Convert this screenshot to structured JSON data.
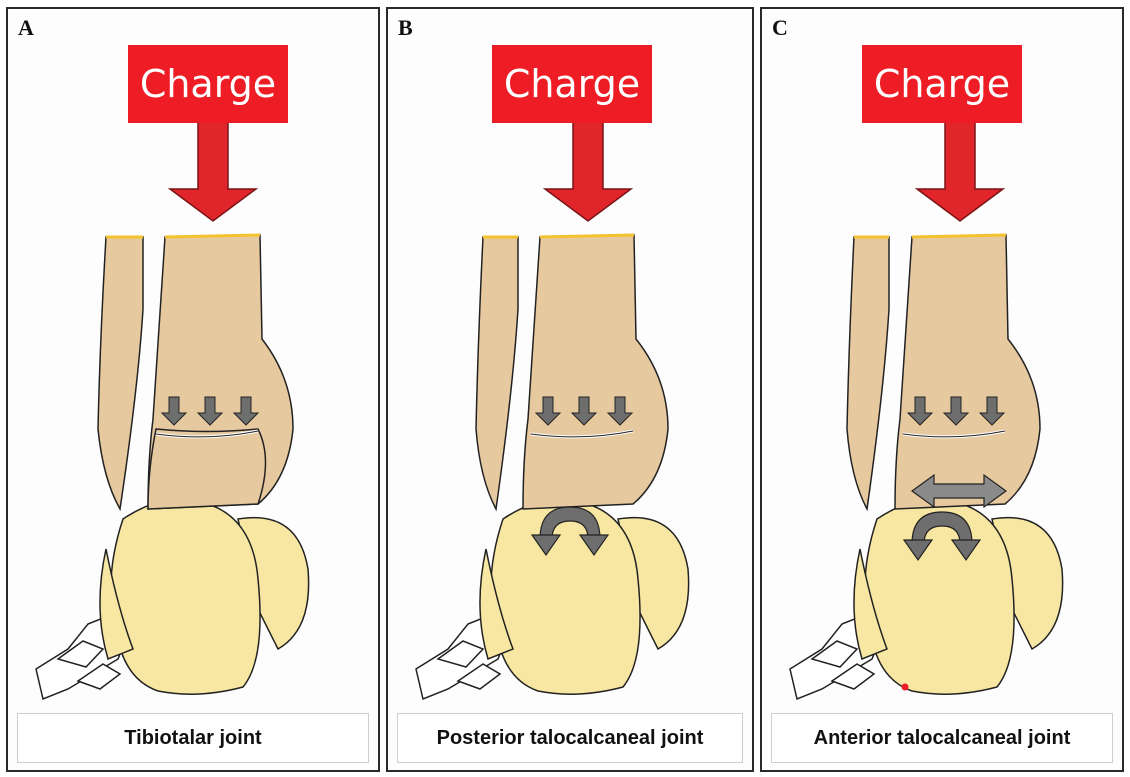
{
  "colors": {
    "charge_box": "#ee1c24",
    "load_arrow": "#e0262a",
    "tibia_fibula": "#e7c9a0",
    "talus_calcaneus": "#f8e7a2",
    "cartilage_edge": "#f3c22e",
    "force_arrow": "#6e6e6e"
  },
  "panels": [
    {
      "letter": "A",
      "charge_label": "Charge",
      "caption": "Tibiotalar joint",
      "rotation_arrow": false,
      "translation_arrow": false
    },
    {
      "letter": "B",
      "charge_label": "Charge",
      "caption": "Posterior talocalcaneal joint",
      "rotation_arrow": true,
      "translation_arrow": false
    },
    {
      "letter": "C",
      "charge_label": "Charge",
      "caption": "Anterior talocalcaneal joint",
      "rotation_arrow": true,
      "translation_arrow": true
    }
  ]
}
